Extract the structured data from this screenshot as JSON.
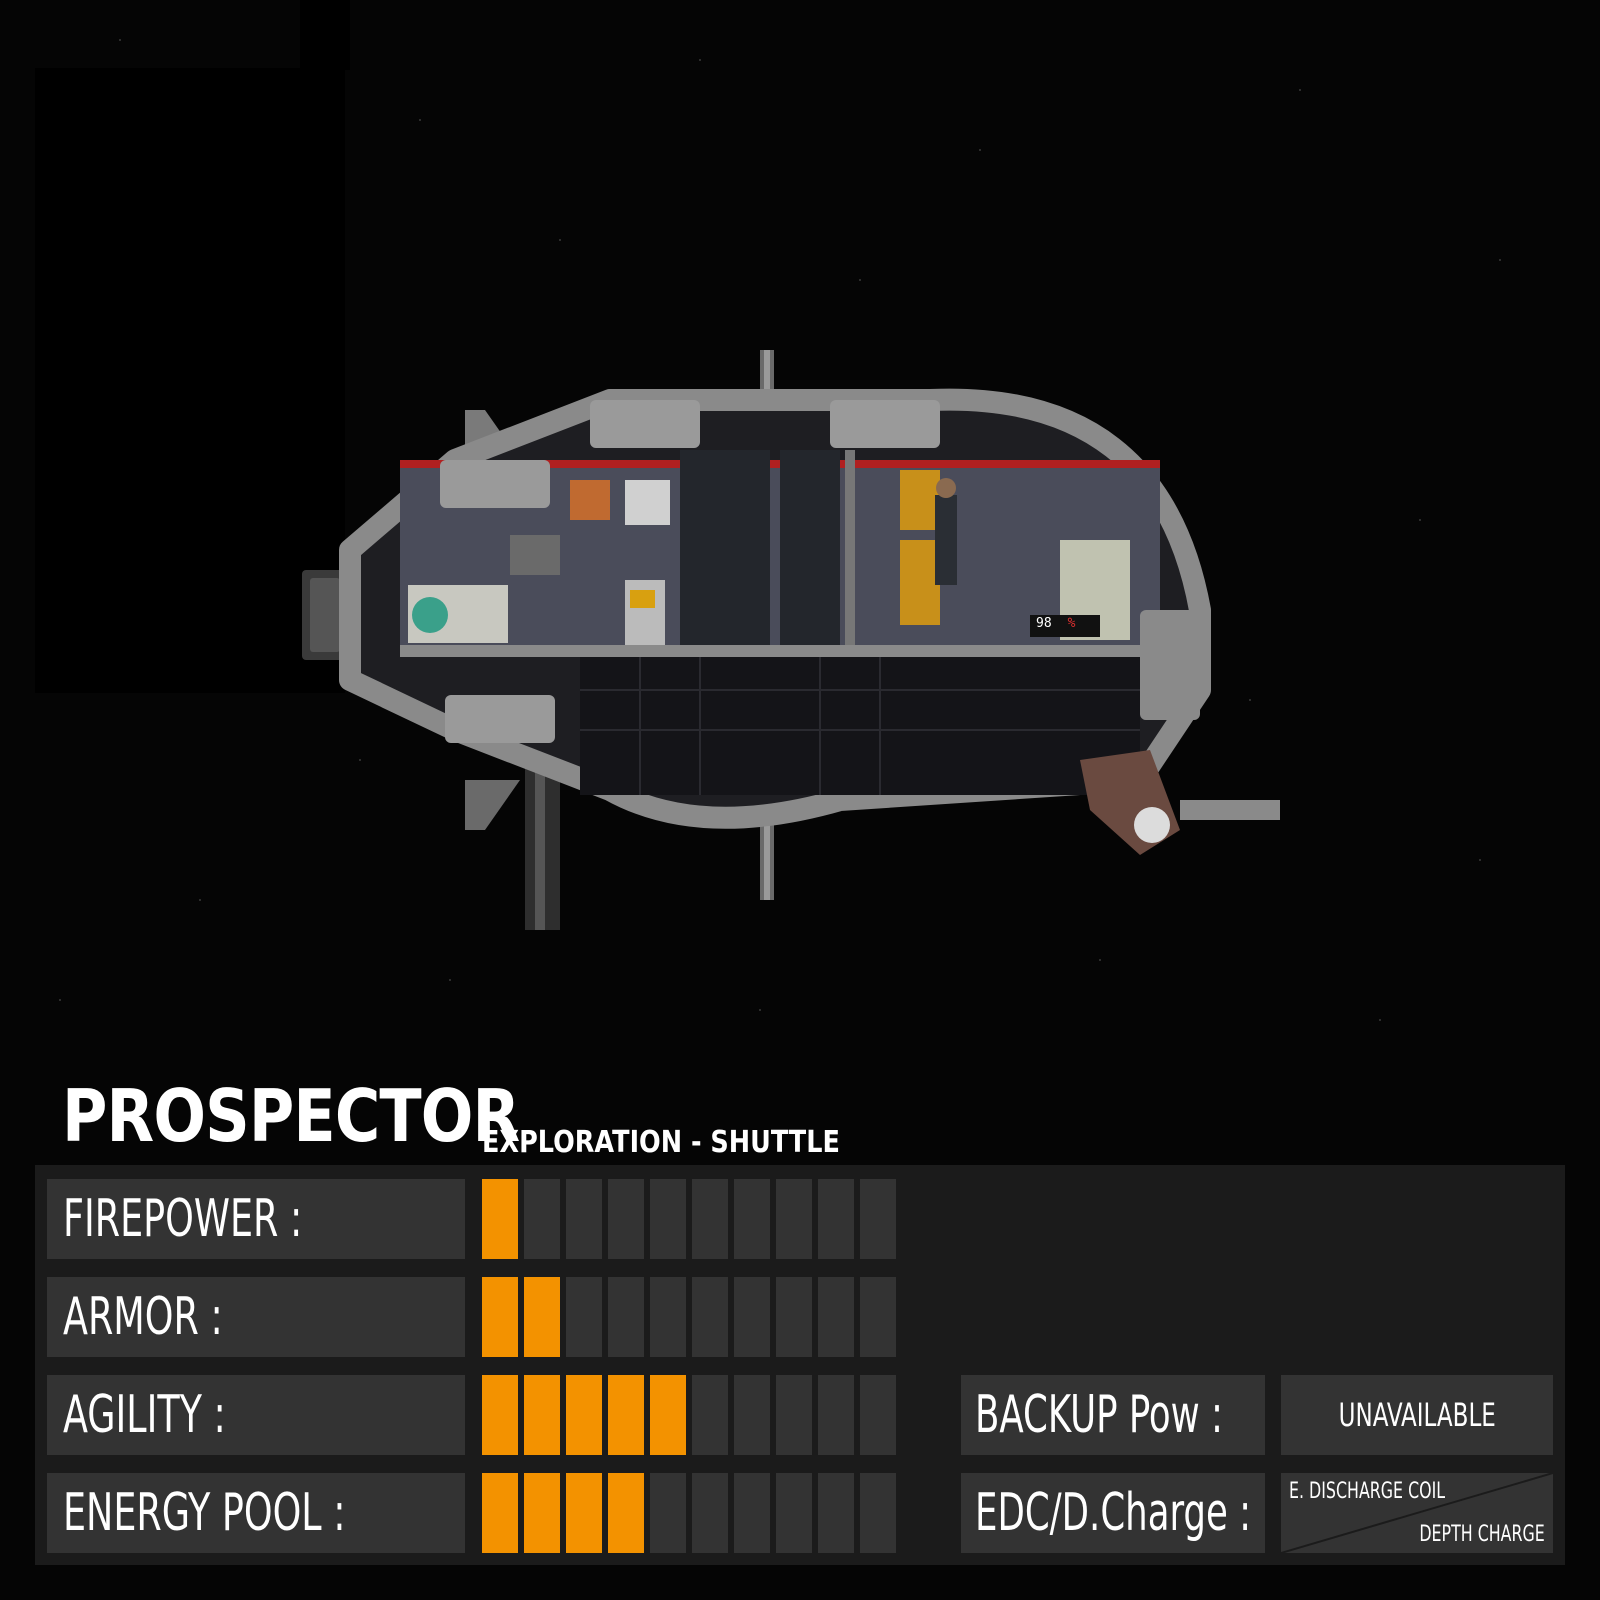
{
  "ship": {
    "name": "PROSPECTOR",
    "class": "EXPLORATION - SHUTTLE",
    "hull_readout": {
      "value": "98",
      "unit": "%"
    }
  },
  "stats": [
    {
      "key": "firepower",
      "label": "FIREPOWER :",
      "level": 1,
      "max": 10
    },
    {
      "key": "armor",
      "label": "ARMOR :",
      "level": 2,
      "max": 10
    },
    {
      "key": "agility",
      "label": "AGILITY :",
      "level": 5,
      "max": 10
    },
    {
      "key": "energy_pool",
      "label": "ENERGY POOL :",
      "level": 4,
      "max": 10
    }
  ],
  "extras": {
    "backup_power": {
      "label": "BACKUP Pow :",
      "value": "UNAVAILABLE"
    },
    "edc": {
      "label": "EDC/D.Charge :",
      "top": "E. DISCHARGE COIL",
      "bottom": "DEPTH CHARGE"
    }
  },
  "colors": {
    "accent": "#f39200",
    "segment_off": "#333333",
    "panel": "#1b1b1b",
    "background": "#050505"
  }
}
